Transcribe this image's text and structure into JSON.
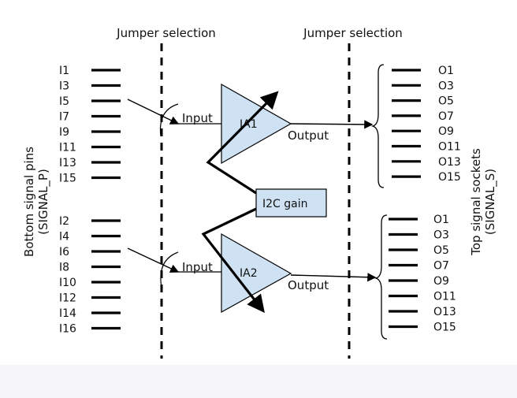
{
  "headers": {
    "left": "Jumper selection",
    "right": "Jumper selection"
  },
  "side_labels": {
    "left_line1": "Bottom signal pins",
    "left_line2": "(SIGNAL_P)",
    "right_line1": "Top signal sockets",
    "right_line2": "(SIGNAL_S)"
  },
  "inputs_top": [
    "I1",
    "I3",
    "I5",
    "I7",
    "I9",
    "I11",
    "I13",
    "I15"
  ],
  "inputs_bottom": [
    "I2",
    "I4",
    "I6",
    "I8",
    "I10",
    "I12",
    "I14",
    "I16"
  ],
  "outputs_top": [
    "O1",
    "O3",
    "O5",
    "O7",
    "O9",
    "O11",
    "O13",
    "O15"
  ],
  "outputs_bottom": [
    "O1",
    "O3",
    "O5",
    "O7",
    "O9",
    "O11",
    "O13",
    "O15"
  ],
  "amps": [
    {
      "name": "IA1",
      "input_label": "Input",
      "output_label": "Output"
    },
    {
      "name": "IA2",
      "input_label": "Input",
      "output_label": "Output"
    }
  ],
  "gain_box": "I2C gain",
  "colors": {
    "amp_fill": "#cfe2f3",
    "stroke": "#000000",
    "footer": "#f6f6f8"
  }
}
